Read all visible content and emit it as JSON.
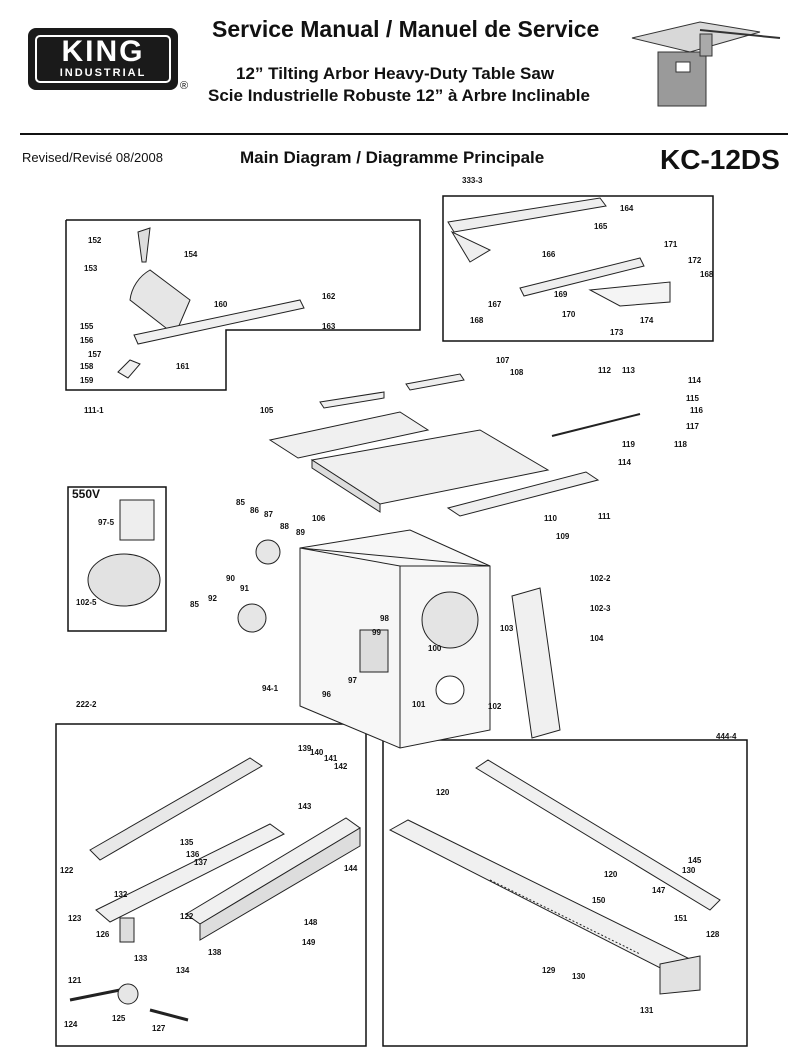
{
  "header": {
    "brand": "KING",
    "brand_sub": "INDUSTRIAL",
    "registered": "®",
    "title": "Service Manual / Manuel de Service",
    "subtitle_en": "12” Tilting Arbor Heavy-Duty Table Saw",
    "subtitle_fr": "Scie Industrielle Robuste 12” à Arbre Inclinable",
    "revised": "Revised/Revisé 08/2008",
    "diagram_title": "Main Diagram / Diagramme Principale",
    "model": "KC-12DS"
  },
  "callouts": {
    "box_111": [
      "152",
      "153",
      "154",
      "160",
      "162",
      "163",
      "155",
      "156",
      "157",
      "158",
      "159",
      "161",
      "111-1"
    ],
    "box_333": [
      "333-3",
      "164",
      "165",
      "166",
      "171",
      "172",
      "168",
      "169",
      "167",
      "168",
      "170",
      "173",
      "174"
    ],
    "main": [
      "107",
      "108",
      "105",
      "112",
      "113",
      "114",
      "115",
      "116",
      "117",
      "119",
      "118",
      "114",
      "106",
      "111",
      "110",
      "109",
      "85",
      "86",
      "87",
      "88",
      "89",
      "90",
      "91",
      "92",
      "85",
      "94-1",
      "102-2",
      "102-3",
      "103",
      "104",
      "98",
      "99",
      "100",
      "97",
      "96",
      "101",
      "102"
    ],
    "box_550": [
      "550V",
      "97-5",
      "102-5"
    ],
    "box_222": [
      "222-2",
      "139",
      "140",
      "141",
      "142",
      "143",
      "135",
      "136",
      "137",
      "122",
      "132",
      "144",
      "123",
      "126",
      "122",
      "133",
      "121",
      "134",
      "138",
      "148",
      "149",
      "124",
      "125",
      "127"
    ],
    "box_444": [
      "444-4",
      "120",
      "145",
      "130",
      "147",
      "120",
      "150",
      "151",
      "128",
      "129",
      "130",
      "131"
    ]
  }
}
